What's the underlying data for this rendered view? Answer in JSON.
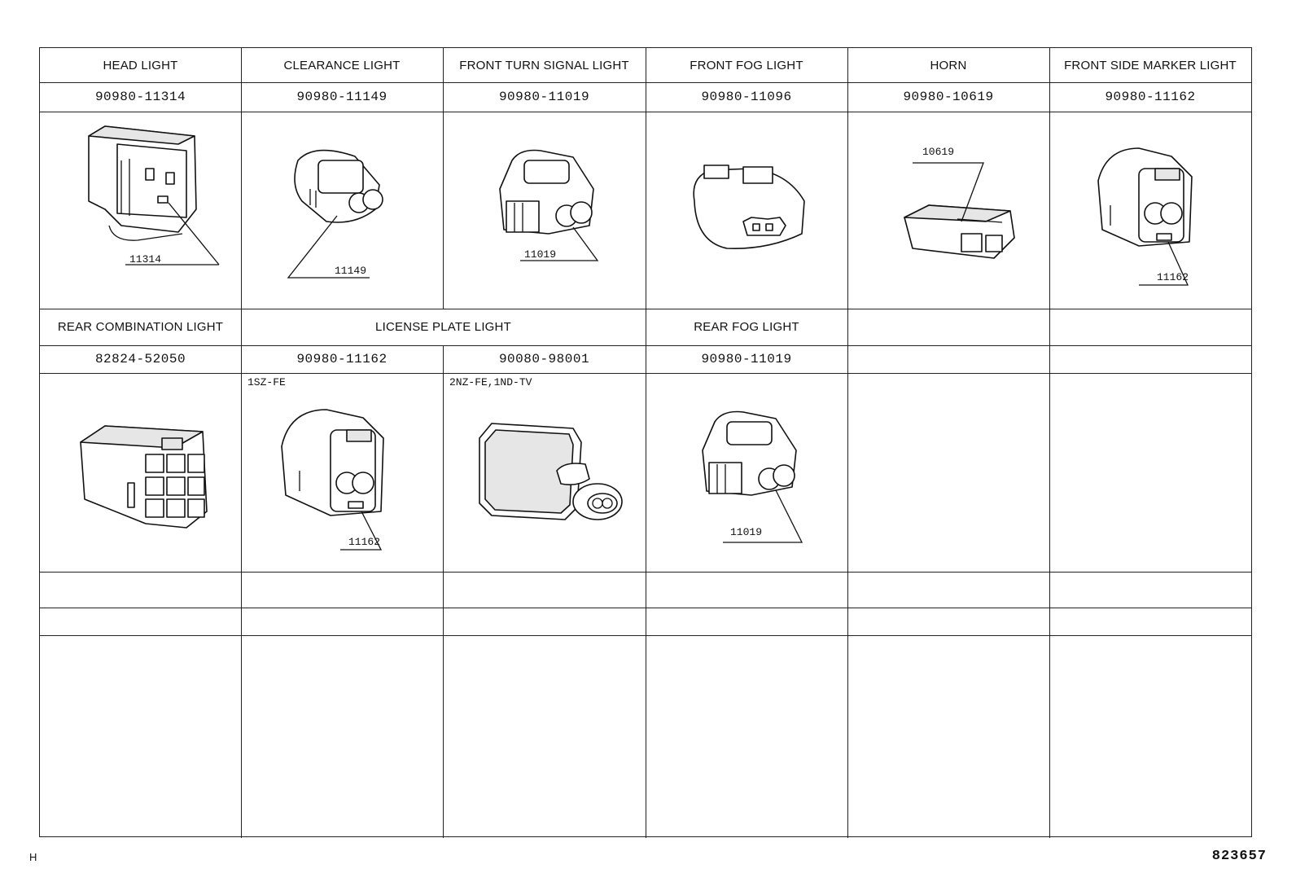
{
  "row1": {
    "headers": [
      "HEAD LIGHT",
      "CLEARANCE LIGHT",
      "FRONT TURN SIGNAL LIGHT",
      "FRONT FOG LIGHT",
      "HORN",
      "FRONT SIDE MARKER LIGHT"
    ],
    "part_numbers": [
      "90980-11314",
      "90980-11149",
      "90980-11019",
      "90980-11096",
      "90980-10619",
      "90980-11162"
    ],
    "callouts": [
      "11314",
      "11149",
      "11019",
      "",
      "10619",
      "11162"
    ]
  },
  "row2": {
    "headers": [
      "REAR COMBINATION LIGHT",
      "LICENSE PLATE LIGHT",
      "REAR FOG LIGHT"
    ],
    "part_numbers": [
      "82824-52050",
      "90980-11162",
      "90080-98001",
      "90980-11019"
    ],
    "engine_notes": [
      "1SZ-FE",
      "2NZ-FE,1ND-TV"
    ],
    "callouts": [
      "11162",
      "11019"
    ]
  },
  "footer": {
    "left": "H",
    "right": "823657"
  }
}
